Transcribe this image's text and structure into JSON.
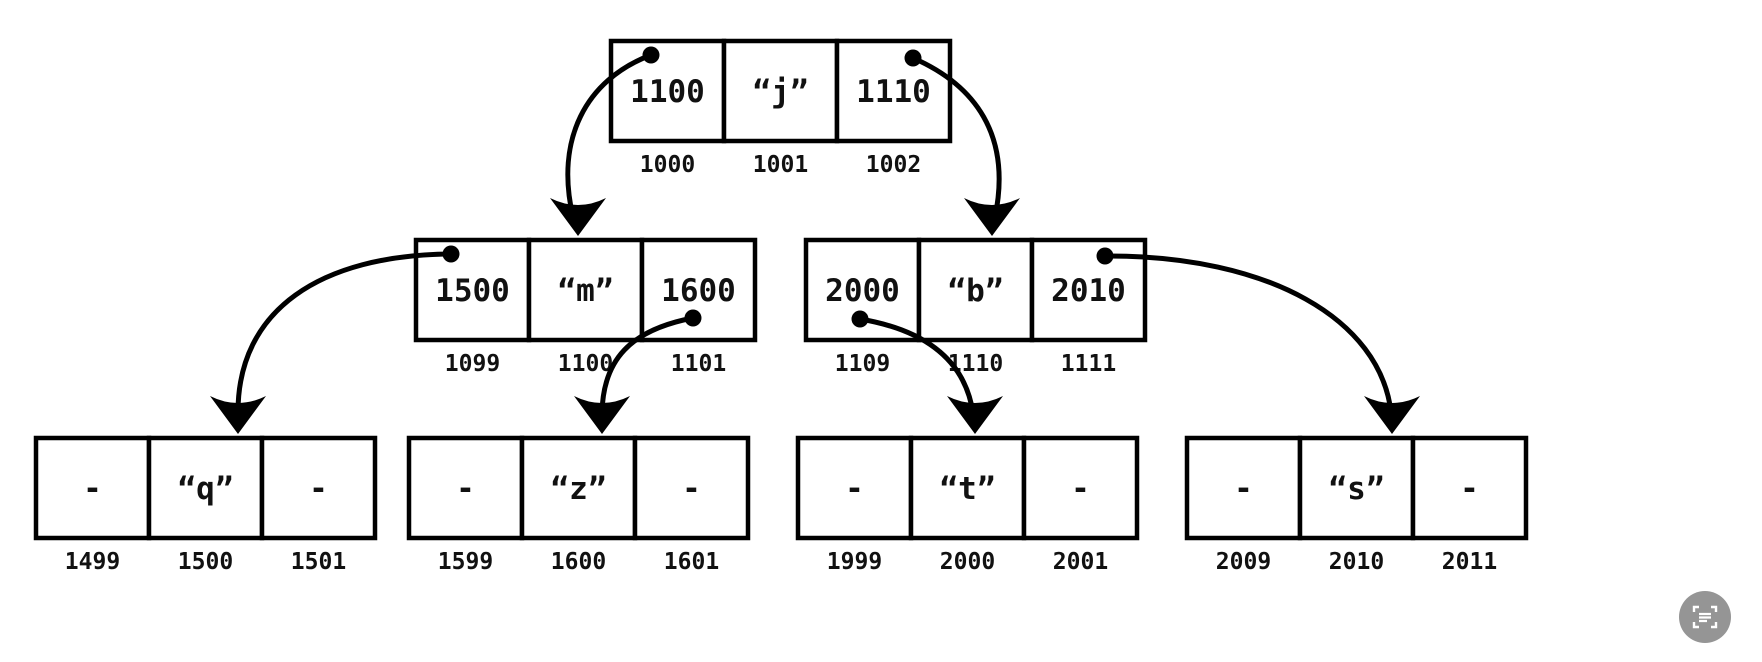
{
  "nodes": [
    {
      "id": "root",
      "cells": [
        {
          "value": "1100",
          "address": "1000"
        },
        {
          "value": "“j”",
          "address": "1001"
        },
        {
          "value": "1110",
          "address": "1002"
        }
      ]
    },
    {
      "id": "left",
      "cells": [
        {
          "value": "1500",
          "address": "1099"
        },
        {
          "value": "“m”",
          "address": "1100"
        },
        {
          "value": "1600",
          "address": "1101"
        }
      ]
    },
    {
      "id": "right",
      "cells": [
        {
          "value": "2000",
          "address": "1109"
        },
        {
          "value": "“b”",
          "address": "1110"
        },
        {
          "value": "2010",
          "address": "1111"
        }
      ]
    },
    {
      "id": "leaf-q",
      "cells": [
        {
          "value": "-",
          "address": "1499"
        },
        {
          "value": "“q”",
          "address": "1500"
        },
        {
          "value": "-",
          "address": "1501"
        }
      ]
    },
    {
      "id": "leaf-z",
      "cells": [
        {
          "value": "-",
          "address": "1599"
        },
        {
          "value": "“z”",
          "address": "1600"
        },
        {
          "value": "-",
          "address": "1601"
        }
      ]
    },
    {
      "id": "leaf-t",
      "cells": [
        {
          "value": "-",
          "address": "1999"
        },
        {
          "value": "“t”",
          "address": "2000"
        },
        {
          "value": "-",
          "address": "2001"
        }
      ]
    },
    {
      "id": "leaf-s",
      "cells": [
        {
          "value": "-",
          "address": "2009"
        },
        {
          "value": "“s”",
          "address": "2010"
        },
        {
          "value": "-",
          "address": "2011"
        }
      ]
    }
  ],
  "edges": [
    {
      "from": "root.0",
      "to": "left"
    },
    {
      "from": "root.2",
      "to": "right"
    },
    {
      "from": "left.0",
      "to": "leaf-q"
    },
    {
      "from": "left.2",
      "to": "leaf-z"
    },
    {
      "from": "right.0",
      "to": "leaf-t"
    },
    {
      "from": "right.2",
      "to": "leaf-s"
    }
  ],
  "icons": {
    "corner_button": "text-scan-icon"
  }
}
